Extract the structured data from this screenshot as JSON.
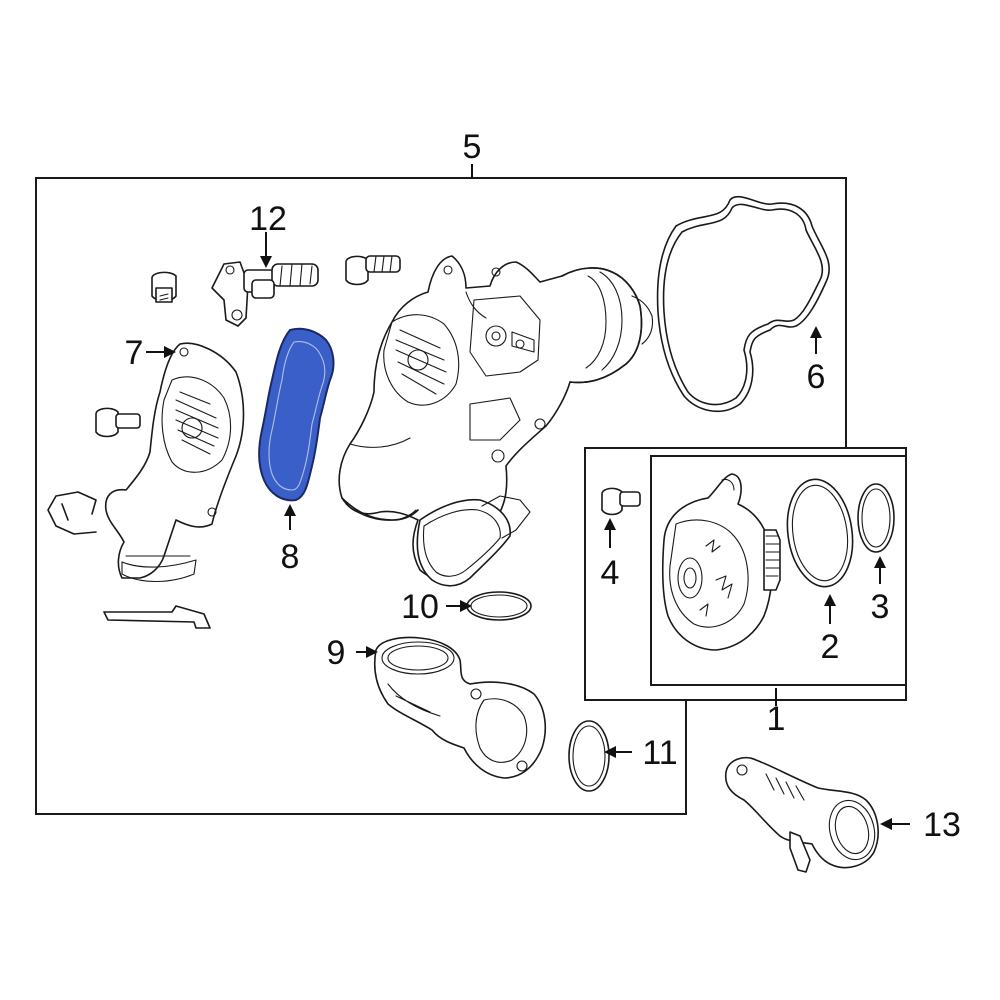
{
  "colors": {
    "highlight_fill": "#3a5fc8",
    "highlight_stroke": "#1a2a66",
    "line": "#1a1a1a"
  },
  "callouts": [
    {
      "id": "c1",
      "label": "1"
    },
    {
      "id": "c2",
      "label": "2"
    },
    {
      "id": "c3",
      "label": "3"
    },
    {
      "id": "c4",
      "label": "4"
    },
    {
      "id": "c5",
      "label": "5"
    },
    {
      "id": "c6",
      "label": "6"
    },
    {
      "id": "c7",
      "label": "7"
    },
    {
      "id": "c8",
      "label": "8"
    },
    {
      "id": "c9",
      "label": "9"
    },
    {
      "id": "c10",
      "label": "10"
    },
    {
      "id": "c11",
      "label": "11"
    },
    {
      "id": "c12",
      "label": "12"
    },
    {
      "id": "c13",
      "label": "13"
    }
  ],
  "highlighted_part": "8"
}
